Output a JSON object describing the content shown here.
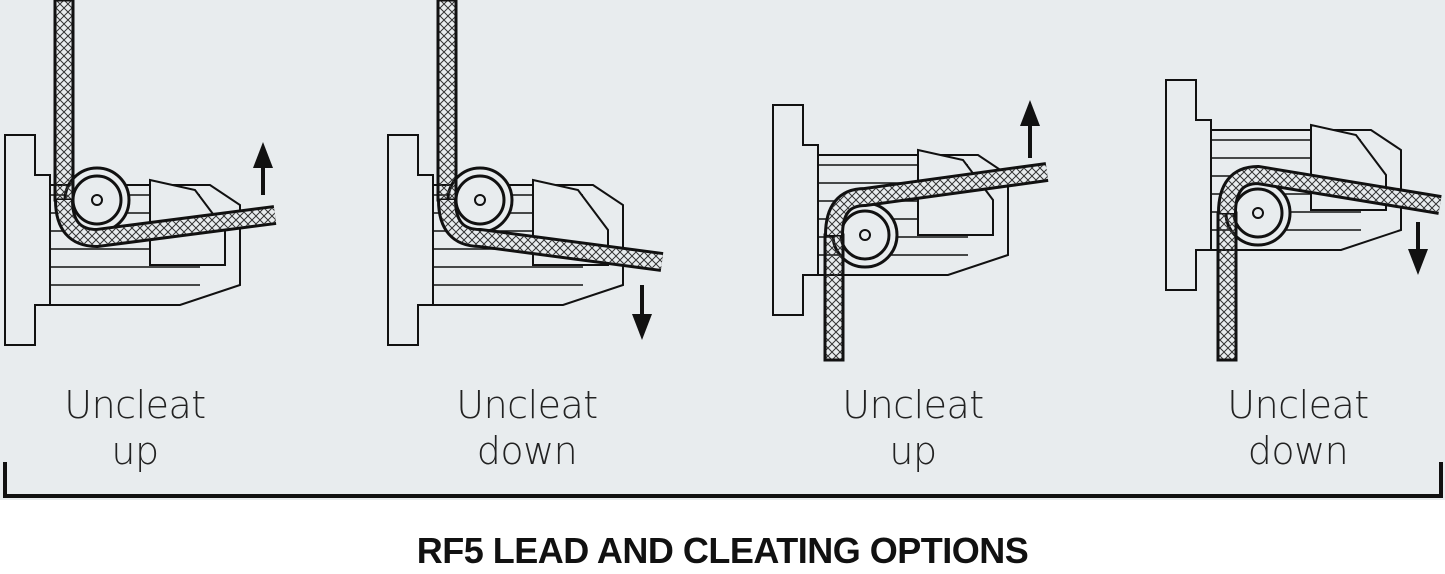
{
  "diagrams": [
    {
      "line1": "Uncleat",
      "line2": "up",
      "rope_entry": "top",
      "arrow": "up"
    },
    {
      "line1": "Uncleat",
      "line2": "down",
      "rope_entry": "top",
      "arrow": "down"
    },
    {
      "line1": "Uncleat",
      "line2": "up",
      "rope_entry": "bottom",
      "arrow": "up"
    },
    {
      "line1": "Uncleat",
      "line2": "down",
      "rope_entry": "bottom",
      "arrow": "down"
    }
  ],
  "title": "RF5 LEAD AND CLEATING OPTIONS",
  "colors": {
    "panel": "#e8ecee",
    "ink": "#111111"
  }
}
